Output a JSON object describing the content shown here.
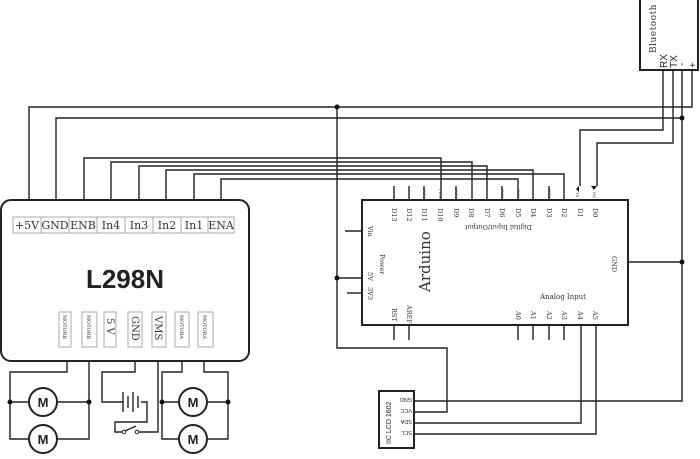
{
  "l298n": {
    "title": "L298N",
    "top_pins": [
      "+5V",
      "GND",
      "ENB",
      "In4",
      "In3",
      "In2",
      "In1",
      "ENA"
    ],
    "bottom_pins": [
      "MOTORB",
      "MOTORB",
      "5 V",
      "GND",
      "VMS",
      "MOTORA",
      "MOTORA"
    ]
  },
  "arduino": {
    "title": "Arduino",
    "digital_pins": [
      "D13",
      "D12",
      "D11",
      "D10",
      "D9",
      "D8",
      "D7",
      "D6",
      "D5",
      "D4",
      "D3",
      "D2",
      "D1",
      "D0"
    ],
    "pwm_tag": "PWM",
    "tx_tag": "TX",
    "rx_tag": "RX",
    "digital_label": "Digital Input/Output",
    "power_label": "Power",
    "power_pins": [
      "Vin",
      "5V",
      "3V3"
    ],
    "misc_pins": [
      "RST",
      "AREF"
    ],
    "analog_label": "Analog Input",
    "analog_pins": [
      "A0",
      "A1",
      "A2",
      "A3",
      "A4",
      "A5"
    ],
    "gnd_label": "GND"
  },
  "bluetooth": {
    "title": "Bluetooth",
    "pins": [
      "RX",
      "TX",
      "-",
      "+"
    ]
  },
  "lcd": {
    "title": "IIC LCD 1602",
    "pins": [
      "GND",
      "VCC",
      "SDA",
      "SCL"
    ]
  },
  "motor_label": "M"
}
